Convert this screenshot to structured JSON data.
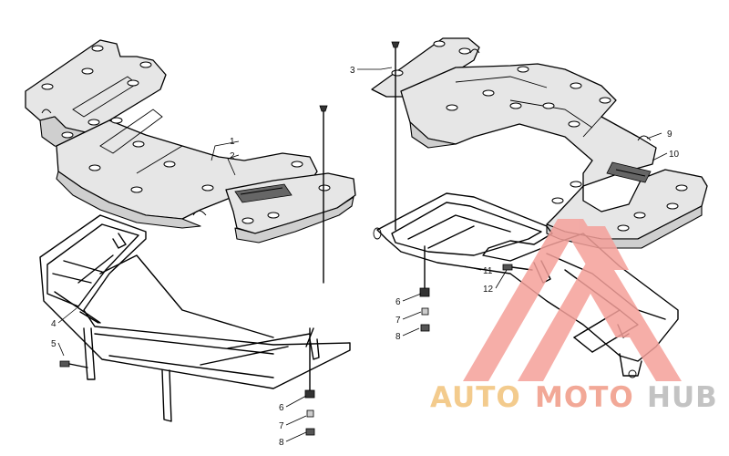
{
  "callouts": [
    {
      "id": "c1",
      "text": "1"
    },
    {
      "id": "c2",
      "text": "2"
    },
    {
      "id": "c3",
      "text": "3"
    },
    {
      "id": "c4",
      "text": "4"
    },
    {
      "id": "c5",
      "text": "5"
    },
    {
      "id": "c6a",
      "text": "6"
    },
    {
      "id": "c7a",
      "text": "7"
    },
    {
      "id": "c8a",
      "text": "8"
    },
    {
      "id": "c6b",
      "text": "6"
    },
    {
      "id": "c7b",
      "text": "7"
    },
    {
      "id": "c8b",
      "text": "8"
    },
    {
      "id": "c9",
      "text": "9"
    },
    {
      "id": "c10",
      "text": "10"
    },
    {
      "id": "c11",
      "text": "11"
    },
    {
      "id": "c12",
      "text": "12"
    }
  ],
  "watermark": {
    "part1": "AUTO",
    "part2": "MOTO",
    "part3": "HUB",
    "colors": {
      "part1": "#f2c27a",
      "part2": "#f09a86",
      "part3": "#b9b9b9",
      "logo": "#f5a09a"
    }
  }
}
